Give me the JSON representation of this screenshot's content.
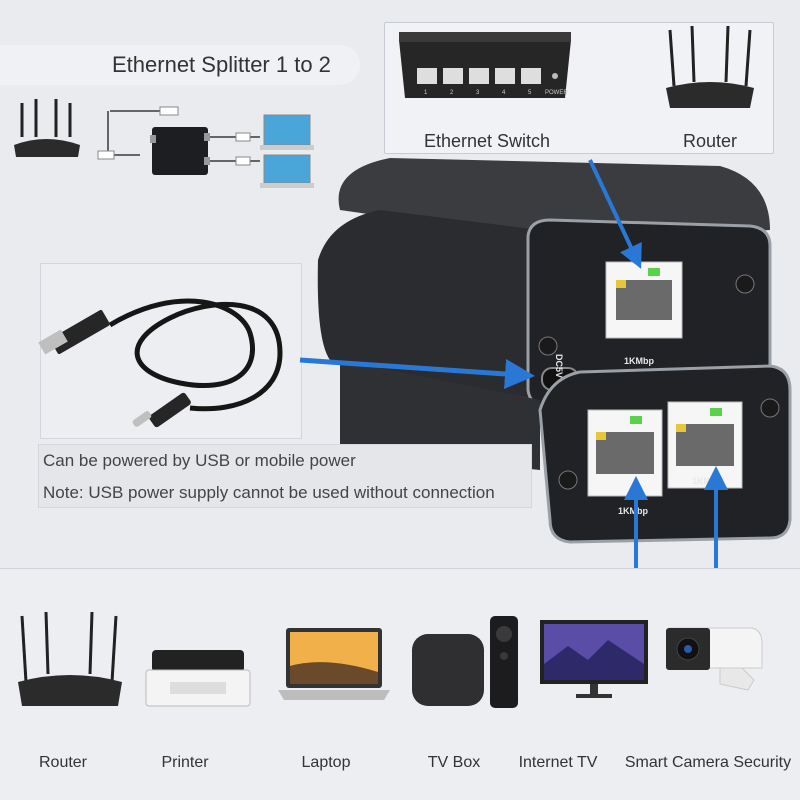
{
  "title": "Ethernet Splitter 1 to 2",
  "top_box": {
    "left_label": "Ethernet Switch",
    "right_label": "Router",
    "switch_ports": [
      "1",
      "2",
      "3",
      "4",
      "5"
    ],
    "switch_power": "POWER"
  },
  "device": {
    "power_label": "DC5V",
    "top_port_label": "1KMbp",
    "bottom_port_left_label": "1KMbp",
    "bottom_port_right_label": "1KMbp"
  },
  "notes": {
    "line1": "Can be powered by USB or mobile power",
    "line2": "Note: USB power supply cannot be used without connection"
  },
  "devices": [
    {
      "label": "Router"
    },
    {
      "label": "Printer"
    },
    {
      "label": "Laptop"
    },
    {
      "label": "TV Box"
    },
    {
      "label": "Internet TV"
    },
    {
      "label": "Smart Camera Security"
    }
  ],
  "colors": {
    "arrow": "#2a78d6",
    "device_body": "#2a2c30",
    "background": "#e9ebee"
  }
}
